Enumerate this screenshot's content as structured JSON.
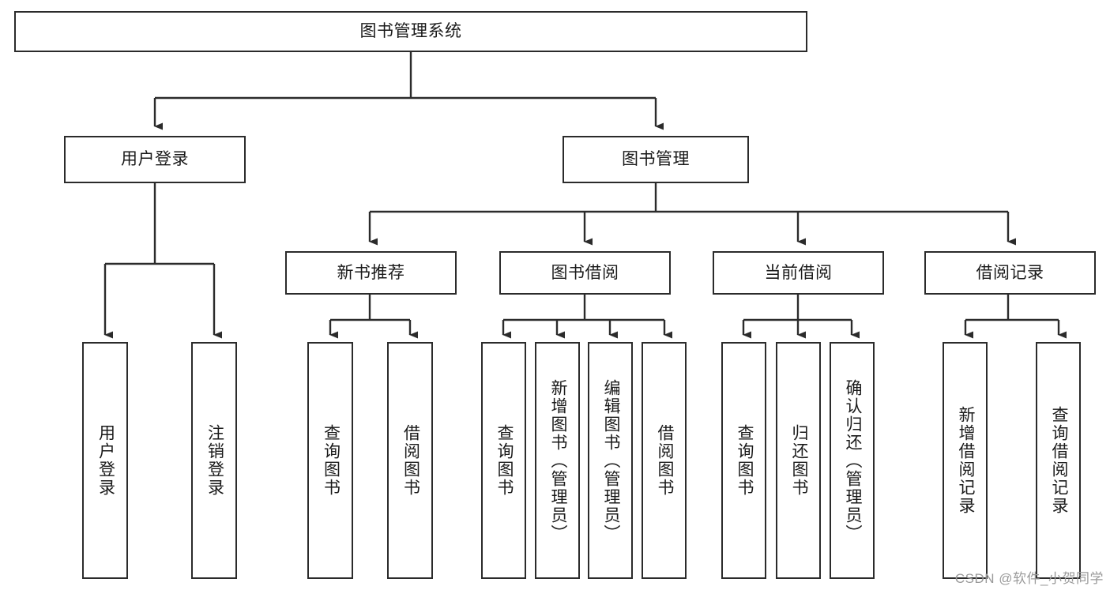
{
  "diagram": {
    "type": "tree-hierarchy",
    "title": "图书管理系统",
    "orientation": "top-down",
    "root": {
      "id": "root",
      "label": "图书管理系统",
      "text_direction": "horizontal"
    },
    "level2": [
      {
        "id": "user-login",
        "label": "用户登录",
        "text_direction": "horizontal"
      },
      {
        "id": "book-manage",
        "label": "图书管理",
        "text_direction": "horizontal"
      }
    ],
    "level3": [
      {
        "id": "new-book-recommend",
        "label": "新书推荐",
        "text_direction": "horizontal",
        "parent": "book-manage"
      },
      {
        "id": "book-borrow",
        "label": "图书借阅",
        "text_direction": "horizontal",
        "parent": "book-manage"
      },
      {
        "id": "current-borrow",
        "label": "当前借阅",
        "text_direction": "horizontal",
        "parent": "book-manage"
      },
      {
        "id": "borrow-record",
        "label": "借阅记录",
        "text_direction": "horizontal",
        "parent": "book-manage"
      }
    ],
    "leaves": [
      {
        "id": "leaf-user-login",
        "label": "用户登录",
        "text_direction": "vertical",
        "parent": "user-login"
      },
      {
        "id": "leaf-logout",
        "label": "注销登录",
        "text_direction": "vertical",
        "parent": "user-login"
      },
      {
        "id": "leaf-query-book-1",
        "label": "查询图书",
        "text_direction": "vertical",
        "parent": "new-book-recommend"
      },
      {
        "id": "leaf-borrow-book-1",
        "label": "借阅图书",
        "text_direction": "vertical",
        "parent": "new-book-recommend"
      },
      {
        "id": "leaf-query-book-2",
        "label": "查询图书",
        "text_direction": "vertical",
        "parent": "book-borrow"
      },
      {
        "id": "leaf-add-book",
        "label": "新增图书（管理员）",
        "text_direction": "vertical",
        "parent": "book-borrow"
      },
      {
        "id": "leaf-edit-book",
        "label": "编辑图书（管理员）",
        "text_direction": "vertical",
        "parent": "book-borrow"
      },
      {
        "id": "leaf-borrow-book-2",
        "label": "借阅图书",
        "text_direction": "vertical",
        "parent": "book-borrow"
      },
      {
        "id": "leaf-query-book-3",
        "label": "查询图书",
        "text_direction": "vertical",
        "parent": "current-borrow"
      },
      {
        "id": "leaf-return-book",
        "label": "归还图书",
        "text_direction": "vertical",
        "parent": "current-borrow"
      },
      {
        "id": "leaf-confirm-return",
        "label": "确认归还（管理员）",
        "text_direction": "vertical",
        "parent": "current-borrow"
      },
      {
        "id": "leaf-add-record",
        "label": "新增借阅记录",
        "text_direction": "vertical",
        "parent": "borrow-record"
      },
      {
        "id": "leaf-query-record",
        "label": "查询借阅记录",
        "text_direction": "vertical",
        "parent": "borrow-record"
      }
    ],
    "colors": {
      "stroke": "#2b2b2b",
      "fill": "#ffffff",
      "text": "#1a1a1a",
      "watermark": "#9a9a9a"
    }
  },
  "watermark": {
    "text": "CSDN @软件_小贺同学"
  }
}
